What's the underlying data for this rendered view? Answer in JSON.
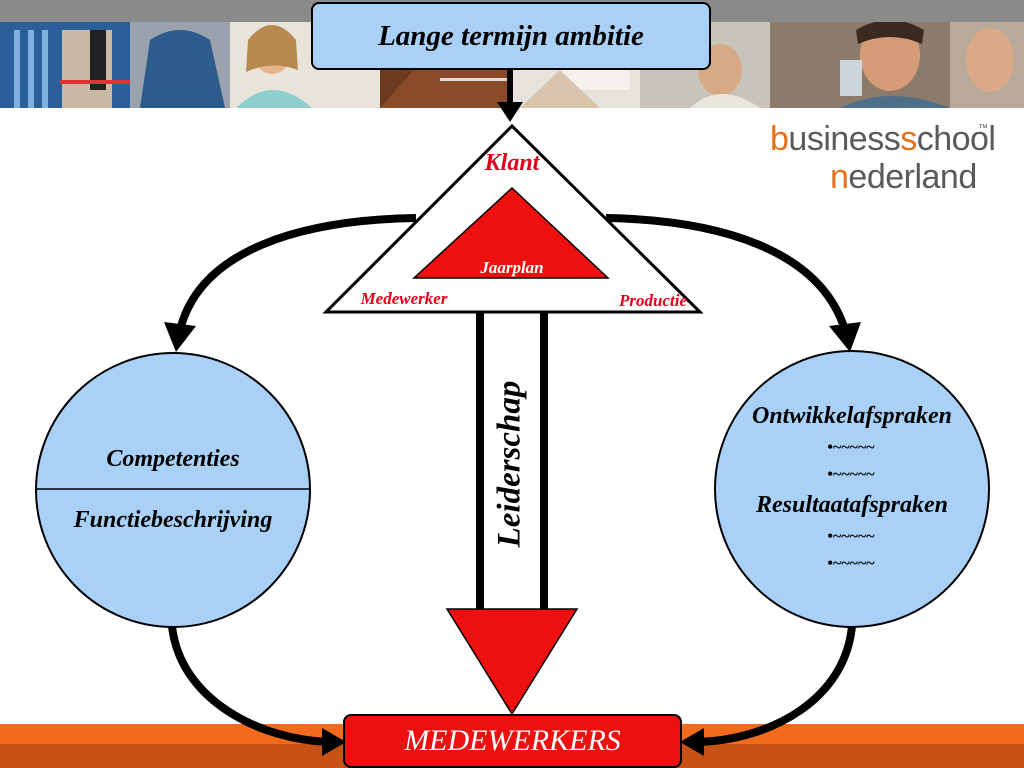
{
  "header": {
    "title": "Lange termijn ambitie"
  },
  "logo": {
    "brand_a_initial": "b",
    "brand_a_rest": "usiness",
    "brand_b_initial": "s",
    "brand_b_rest": "chool",
    "line2_initial": "n",
    "line2_rest": "ederland",
    "trademark": "™"
  },
  "triangle": {
    "top_label": "Klant",
    "inner_label": "Jaarplan",
    "left_label": "Medewerker",
    "right_label": "Productie"
  },
  "arrow": {
    "label": "Leiderschap"
  },
  "left_circle": {
    "top_text": "Competenties",
    "bottom_text": "Functiebeschrijving"
  },
  "right_circle": {
    "heading_1": "Ontwikkelafspraken",
    "bullets_1": [
      "•~~~~~",
      "•~~~~~"
    ],
    "heading_2": "Resultaatafspraken",
    "bullets_2": [
      "•~~~~~",
      "•~~~~~"
    ]
  },
  "footer": {
    "target_label": "MEDEWERKERS"
  },
  "colors": {
    "accent_blue": "#a9d1f7",
    "accent_red": "#ee0f0f",
    "label_red": "#e5001a",
    "band_orange": "#f26b1d",
    "logo_orange": "#e8701a",
    "logo_gray": "#5a5a5a"
  }
}
